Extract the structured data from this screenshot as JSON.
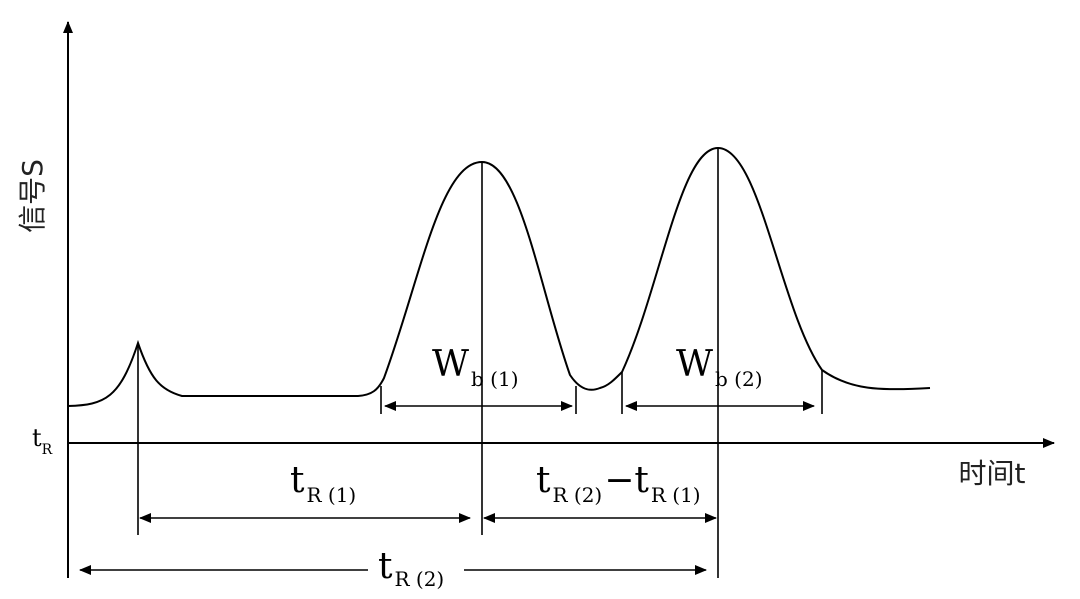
{
  "axes": {
    "y_label": "信号S",
    "x_label": "时间t",
    "origin_label": {
      "main": "t",
      "sub": "R"
    }
  },
  "labels": {
    "wb1": {
      "main": "W",
      "sub": "b (1)"
    },
    "wb2": {
      "main": "W",
      "sub": "b (2)"
    },
    "tr1": {
      "main": "t",
      "sub": "R (1)"
    },
    "tr2": {
      "main": "t",
      "sub": "R (2)"
    },
    "diff": {
      "main1": "t",
      "sub1": "R (2)",
      "op": "−",
      "main2": "t",
      "sub2": "R (1)"
    }
  }
}
